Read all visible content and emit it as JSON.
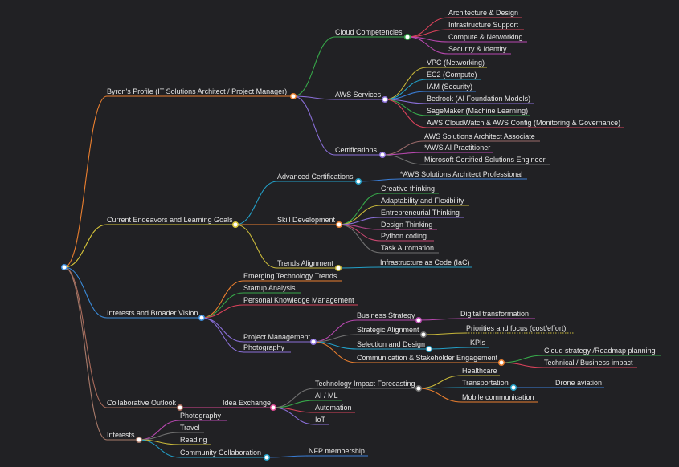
{
  "mindmap": {
    "root": {
      "children": [
        {
          "label": "Byron's Profile (IT Solutions Architect / Project Manager)",
          "color": "#ea7f2f",
          "children": [
            {
              "label": "Cloud Competencies",
              "color": "#37a84a",
              "children": [
                {
                  "label": "Architecture & Design",
                  "color": "#d8425a"
                },
                {
                  "label": "Infrastructure Support",
                  "color": "#d8425a"
                },
                {
                  "label": "Compute & Networking",
                  "color": "#b848b0"
                },
                {
                  "label": "Security & Identity",
                  "color": "#b848b0"
                }
              ]
            },
            {
              "label": "AWS Services",
              "color": "#8a6fd8",
              "children": [
                {
                  "label": "VPC (Networking)",
                  "color": "#c8b83a"
                },
                {
                  "label": "EC2 (Compute)",
                  "color": "#23a0c8"
                },
                {
                  "label": "IAM (Security)",
                  "color": "#3a7ed8"
                },
                {
                  "label": "Bedrock (AI Foundation Models)",
                  "color": "#8a6fd8"
                },
                {
                  "label": "SageMaker (Machine Learning)",
                  "color": "#37a84a"
                },
                {
                  "label": "AWS CloudWatch & AWS Config (Monitoring & Governance)",
                  "color": "#d8425a"
                }
              ]
            },
            {
              "label": "Certifications",
              "color": "#8a6fd8",
              "children": [
                {
                  "label": "AWS Solutions Architect Associate",
                  "color": "#9a6a6a"
                },
                {
                  "label": "*AWS AI Practitioner",
                  "color": "#b848b0"
                },
                {
                  "label": "Microsoft Certified Solutions Engineer",
                  "color": "#707070"
                }
              ]
            }
          ]
        },
        {
          "label": "Current Endeavors and Learning Goals",
          "color": "#d8c63a",
          "children": [
            {
              "label": "Advanced Certifications",
              "color": "#23a0c8",
              "children": [
                {
                  "label": "*AWS Solutions Architect Professional",
                  "color": "#3a7ed8"
                }
              ]
            },
            {
              "label": "Skill Development",
              "color": "#ea7f2f",
              "children": [
                {
                  "label": "Creative thinking",
                  "color": "#37a84a"
                },
                {
                  "label": "Adaptability and Flexibility",
                  "color": "#c8b83a"
                },
                {
                  "label": "Entrepreneurial Thinking",
                  "color": "#8a6fd8"
                },
                {
                  "label": "Design Thinking",
                  "color": "#b84890"
                },
                {
                  "label": "Python coding",
                  "color": "#c84870"
                },
                {
                  "label": "Task Automation",
                  "color": "#707070"
                }
              ]
            },
            {
              "label": "Trends Alignment",
              "color": "#c8b83a",
              "children": [
                {
                  "label": "Infrastructure as Code (IaC)",
                  "color": "#23a0c8"
                }
              ]
            }
          ]
        },
        {
          "label": "Interests and Broader Vision",
          "color": "#3a8ad8",
          "children": [
            {
              "label": "Emerging Technology Trends",
              "color": "#ea7f2f"
            },
            {
              "label": "Startup Analysis",
              "color": "#37a84a"
            },
            {
              "label": "Personal Knowledge Management",
              "color": "#d8425a"
            },
            {
              "label": "Project Management",
              "color": "#8a6fd8",
              "children": [
                {
                  "label": "Business Strategy",
                  "color": "#b848b0",
                  "children": [
                    {
                      "label": "Digital transformation",
                      "color": "#b848b0"
                    }
                  ]
                },
                {
                  "label": "Strategic Alignment",
                  "color": "#707070",
                  "children": [
                    {
                      "label": "Priorities and focus (cost/effort)",
                      "color": "#c8b83a"
                    }
                  ]
                },
                {
                  "label": "Selection and Design",
                  "color": "#23a0c8",
                  "children": [
                    {
                      "label": "KPIs",
                      "color": "#23a0c8"
                    }
                  ]
                },
                {
                  "label": "Communication & Stakeholder Engagement",
                  "color": "#ea7f2f",
                  "children": [
                    {
                      "label": "Cloud strategy /Roadmap planning",
                      "color": "#37a84a"
                    },
                    {
                      "label": "Technical / Business impact",
                      "color": "#d8425a"
                    }
                  ]
                }
              ]
            },
            {
              "label": "Photography",
              "color": "#8a6fd8"
            }
          ]
        },
        {
          "label": "Collaborative Outlook",
          "color": "#a86a5a",
          "children": [
            {
              "label": "Idea Exchange",
              "color": "#d84890",
              "children": [
                {
                  "label": "Technology Impact Forecasting",
                  "color": "#707070",
                  "children": [
                    {
                      "label": "Healthcare",
                      "color": "#c8b83a"
                    },
                    {
                      "label": "Transportation",
                      "color": "#23a0c8",
                      "children": [
                        {
                          "label": "Drone aviation",
                          "color": "#3a7ed8"
                        }
                      ]
                    },
                    {
                      "label": "Mobile communication",
                      "color": "#ea7f2f"
                    }
                  ]
                },
                {
                  "label": "AI / ML",
                  "color": "#37a84a"
                },
                {
                  "label": "Automation",
                  "color": "#d8425a"
                },
                {
                  "label": "IoT",
                  "color": "#8a6fd8"
                }
              ]
            }
          ]
        },
        {
          "label": "Interests",
          "color": "#a87a6a",
          "children": [
            {
              "label": "Photography",
              "color": "#b848b0"
            },
            {
              "label": "Travel",
              "color": "#707070"
            },
            {
              "label": "Reading",
              "color": "#c8b83a"
            },
            {
              "label": "Community Collaboration",
              "color": "#23a0c8",
              "children": [
                {
                  "label": "NFP membership",
                  "color": "#3a7ed8"
                }
              ]
            }
          ]
        }
      ]
    }
  }
}
